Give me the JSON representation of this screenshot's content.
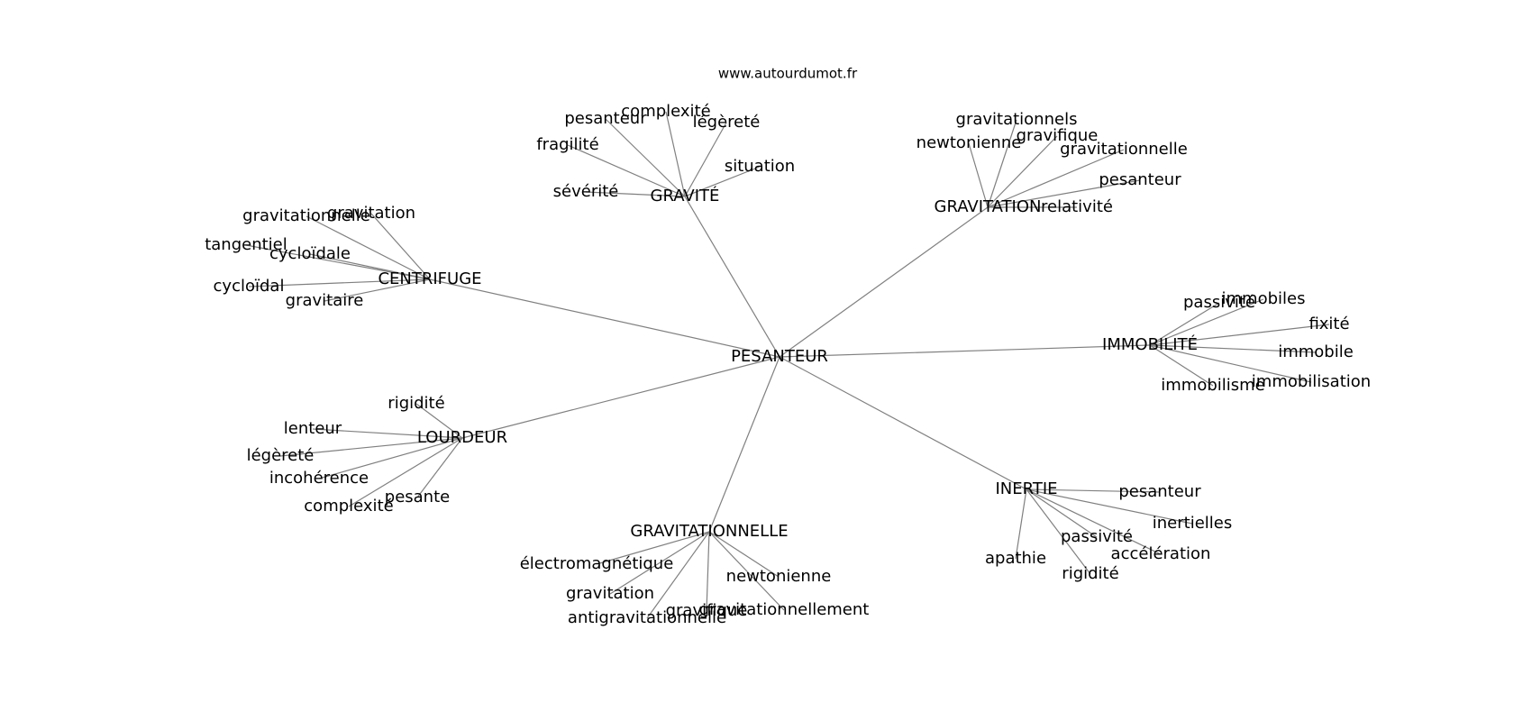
{
  "source_text": "www.autourdumot.fr",
  "colors": {
    "edge": "#808080",
    "text": "#000000",
    "background": "#ffffff"
  },
  "center": "PESANTEUR",
  "hubs": [
    {
      "id": "gravite",
      "label": "GRAVITÉ",
      "leaves": [
        "complexité",
        "pesanteur",
        "légèreté",
        "fragilité",
        "situation",
        "sévérité"
      ]
    },
    {
      "id": "gravitation",
      "label": "GRAVITATION",
      "leaves": [
        "gravitationnels",
        "gravifique",
        "newtonienne",
        "gravitationnelle",
        "pesanteur",
        "relativité"
      ]
    },
    {
      "id": "centrifuge",
      "label": "CENTRIFUGE",
      "leaves": [
        "gravitationnelle",
        "gravitation",
        "tangentiel",
        "cycloïdale",
        "cycloïdal",
        "gravitaire"
      ]
    },
    {
      "id": "immobilite",
      "label": "IMMOBILITÉ",
      "leaves": [
        "passivité",
        "immobiles",
        "fixité",
        "immobile",
        "immobilisation",
        "immobilisme"
      ]
    },
    {
      "id": "lourdeur",
      "label": "LOURDEUR",
      "leaves": [
        "rigidité",
        "lenteur",
        "légèreté",
        "incohérence",
        "pesante",
        "complexité"
      ]
    },
    {
      "id": "inertie",
      "label": "INERTIE",
      "leaves": [
        "pesanteur",
        "inertielles",
        "passivité",
        "accélération",
        "apathie",
        "rigidité"
      ]
    },
    {
      "id": "gravitationnelle",
      "label": "GRAVITATIONNELLE",
      "leaves": [
        "électromagnétique",
        "newtonienne",
        "gravitation",
        "gravitationnellement",
        "gravifique",
        "antigravitationnelle"
      ]
    }
  ]
}
